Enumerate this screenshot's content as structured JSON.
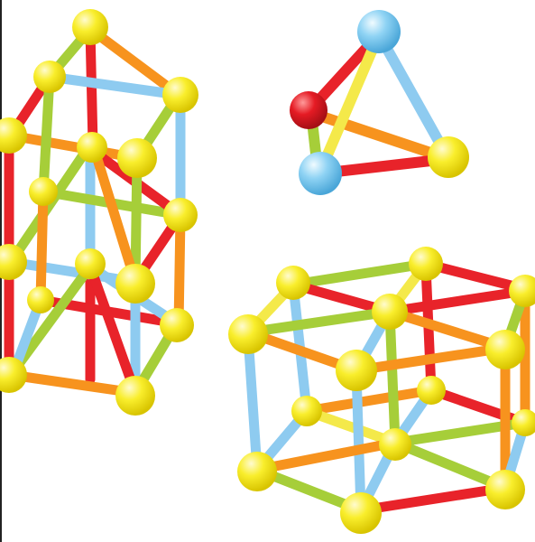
{
  "palette": {
    "red": "#e8232a",
    "orange": "#f7931e",
    "yellow": "#f4e94a",
    "green": "#a6ce39",
    "blue": "#8ecbf0",
    "ball_yellow": "#f9ee2c",
    "ball_blue": "#8fd3f4",
    "ball_red": "#e51b24",
    "background": "#ffffff"
  },
  "objects": [
    {
      "name": "tower-structure",
      "kind": "magnetic-stick-tower"
    },
    {
      "name": "tetrahedron-structure",
      "kind": "magnetic-stick-tetrahedron"
    },
    {
      "name": "cube-structure",
      "kind": "magnetic-stick-prism"
    }
  ]
}
